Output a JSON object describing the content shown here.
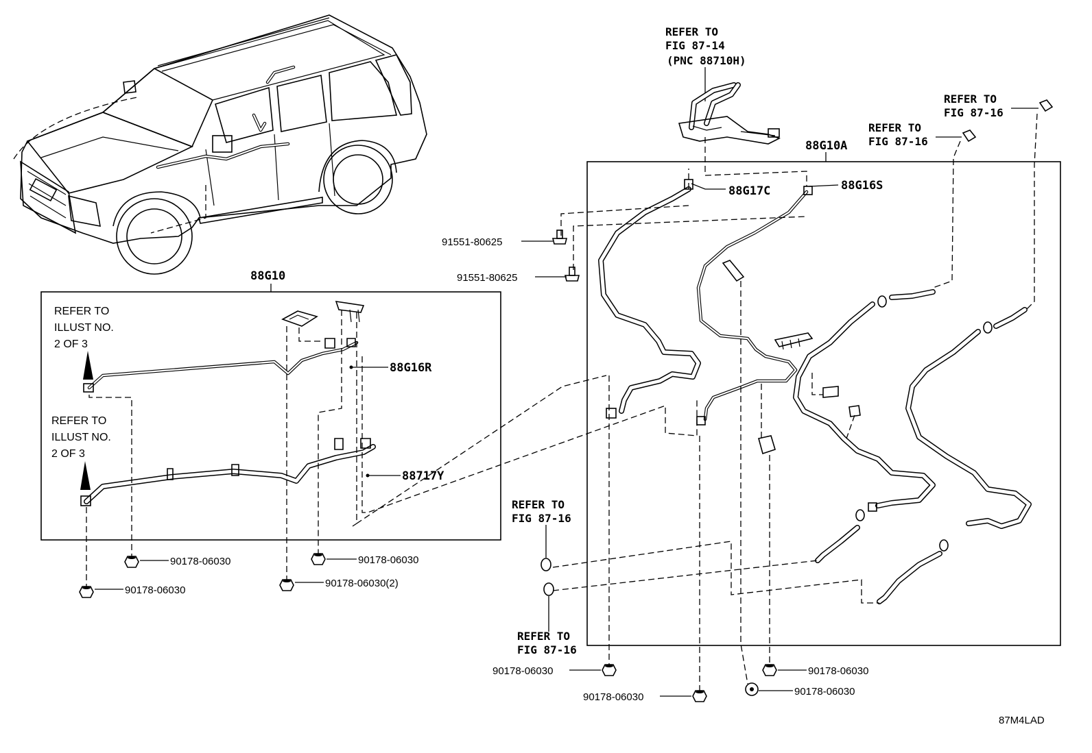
{
  "labels": {
    "refer_fig_87_14_line1": "REFER TO",
    "refer_fig_87_14_line2": "FIG 87-14",
    "refer_fig_87_14_line3": "(PNC 88710H)",
    "refer_fig_87_16_a_line1": "REFER TO",
    "refer_fig_87_16_a_line2": "FIG 87-16",
    "refer_fig_87_16_b_line1": "REFER TO",
    "refer_fig_87_16_b_line2": "FIG 87-16",
    "refer_fig_87_16_c_line1": "REFER TO",
    "refer_fig_87_16_c_line2": "FIG 87-16",
    "refer_fig_87_16_d_line1": "REFER TO",
    "refer_fig_87_16_d_line2": "FIG 87-16",
    "refer_illust_a_line1": "REFER TO",
    "refer_illust_a_line2": "ILLUST NO.",
    "refer_illust_a_line3": "2 OF 3",
    "refer_illust_b_line1": "REFER TO",
    "refer_illust_b_line2": "ILLUST NO.",
    "refer_illust_b_line3": "2 OF 3"
  },
  "parts": {
    "g10": "88G10",
    "g10a": "88G10A",
    "g17c": "88G17C",
    "g16s": "88G16S",
    "g16r": "88G16R",
    "p717y": "88717Y",
    "bolt_1": "91551-80625",
    "bolt_2": "91551-80625",
    "nut_left_1": "90178-06030",
    "nut_left_2": "90178-06030",
    "nut_left_3": "90178-06030",
    "nut_left_4": "90178-06030(2)",
    "nut_right_1": "90178-06030",
    "nut_right_2": "90178-06030",
    "nut_right_3": "90178-06030",
    "nut_right_4": "90178-06030"
  },
  "illustration_code": "87M4LAD"
}
